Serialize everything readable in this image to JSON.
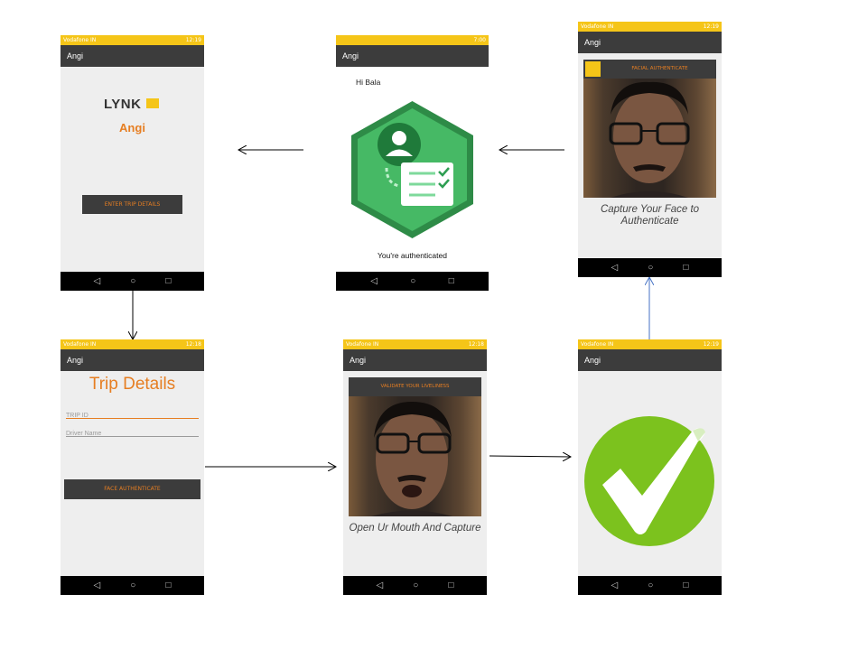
{
  "colors": {
    "status_yellow": "#f5c518",
    "app_bar": "#3c3c3c",
    "accent_orange": "#e67e22",
    "check_green": "#7cc21e",
    "shield_green": "#3fae5a"
  },
  "screens": {
    "home": {
      "status_carrier": "Vodafone IN",
      "status_time": "12:19",
      "app_title": "Angi",
      "logo_text": "LYNK",
      "app_name": "Angi",
      "enter_trip_button": "ENTER TRIP DETAILS"
    },
    "authenticated": {
      "status_time": "7:00",
      "app_title": "Angi",
      "greeting": "Hi Bala",
      "message": "You're authenticated"
    },
    "facial": {
      "status_carrier": "Vodafone IN",
      "status_time": "12:19",
      "app_title": "Angi",
      "header": "FACIAL AUTHENTICATE",
      "caption": "Capture Your Face to Authenticate"
    },
    "trip_details": {
      "status_carrier": "Vodafone IN",
      "status_time": "12:18",
      "app_title": "Angi",
      "title": "Trip Details",
      "trip_id_placeholder": "TRIP ID",
      "driver_name_placeholder": "Driver Name",
      "face_auth_button": "FACE AUTHENTICATE"
    },
    "liveliness": {
      "status_carrier": "Vodafone IN",
      "status_time": "12:18",
      "app_title": "Angi",
      "header": "VALIDATE YOUR LIVELINESS",
      "caption": "Open Ur Mouth And Capture"
    },
    "success": {
      "status_carrier": "Vodafone IN",
      "status_time": "12:19",
      "app_title": "Angi"
    }
  },
  "nav_icons": [
    "back-icon",
    "home-circle-icon",
    "recents-square-icon"
  ]
}
